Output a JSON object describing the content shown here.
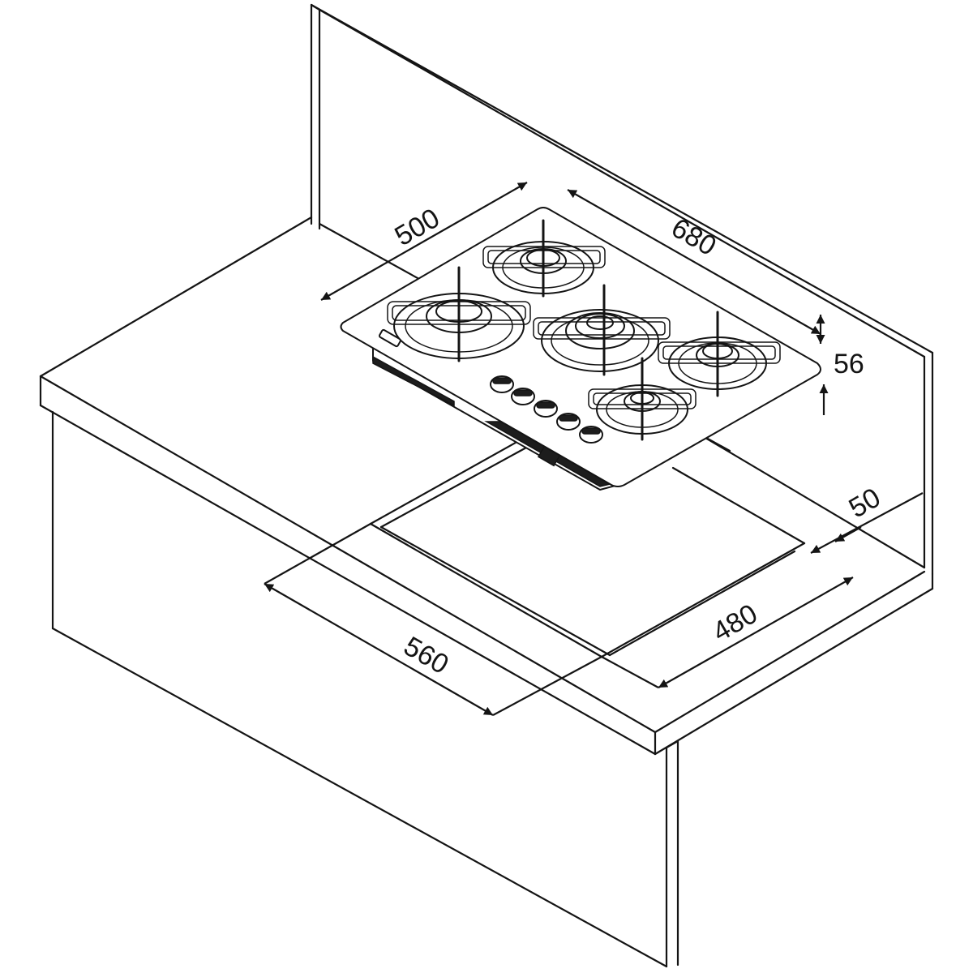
{
  "diagram": {
    "dimensions": {
      "hob_depth": "500",
      "hob_width": "680",
      "hob_height": "56",
      "rear_clearance": "50",
      "cutout_depth": "480",
      "cutout_width": "560"
    }
  }
}
